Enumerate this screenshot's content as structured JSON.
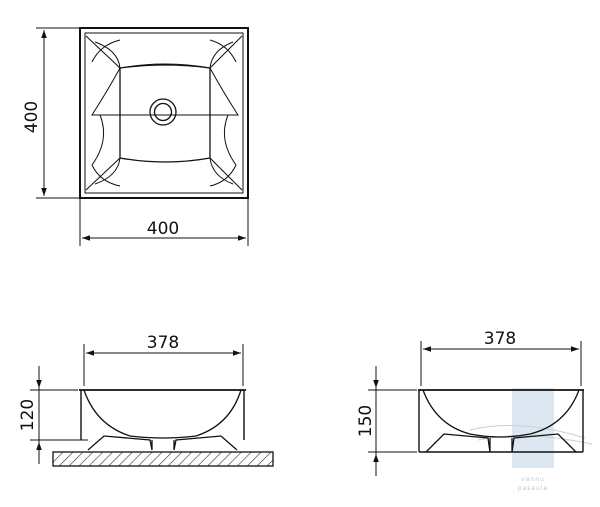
{
  "colors": {
    "line": "#111111",
    "hatch": "#333333",
    "watermark": "#c9d7e6"
  },
  "top_view": {
    "width_label": "400",
    "depth_label": "400"
  },
  "side_view_1": {
    "width_label": "378",
    "height_label": "120"
  },
  "side_view_2": {
    "width_label": "378",
    "height_label": "150"
  },
  "watermark": {
    "line1": "vannu",
    "line2": "pasaule"
  }
}
